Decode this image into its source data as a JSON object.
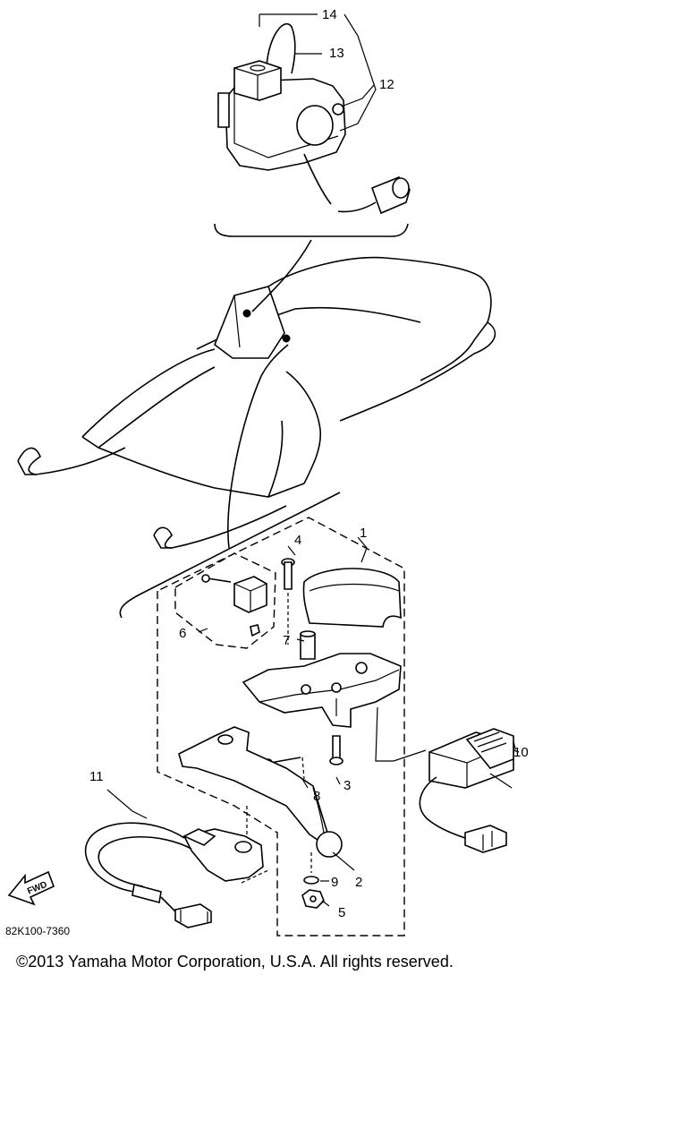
{
  "diagram": {
    "callouts": [
      "1",
      "2",
      "3",
      "4",
      "5",
      "6",
      "7",
      "8",
      "9",
      "10",
      "11",
      "12",
      "13",
      "14"
    ],
    "direction_arrow_label": "FWD",
    "drawing_code": "82K100-7360",
    "copyright": "©2013 Yamaha Motor Corporation, U.S.A. All rights reserved."
  }
}
